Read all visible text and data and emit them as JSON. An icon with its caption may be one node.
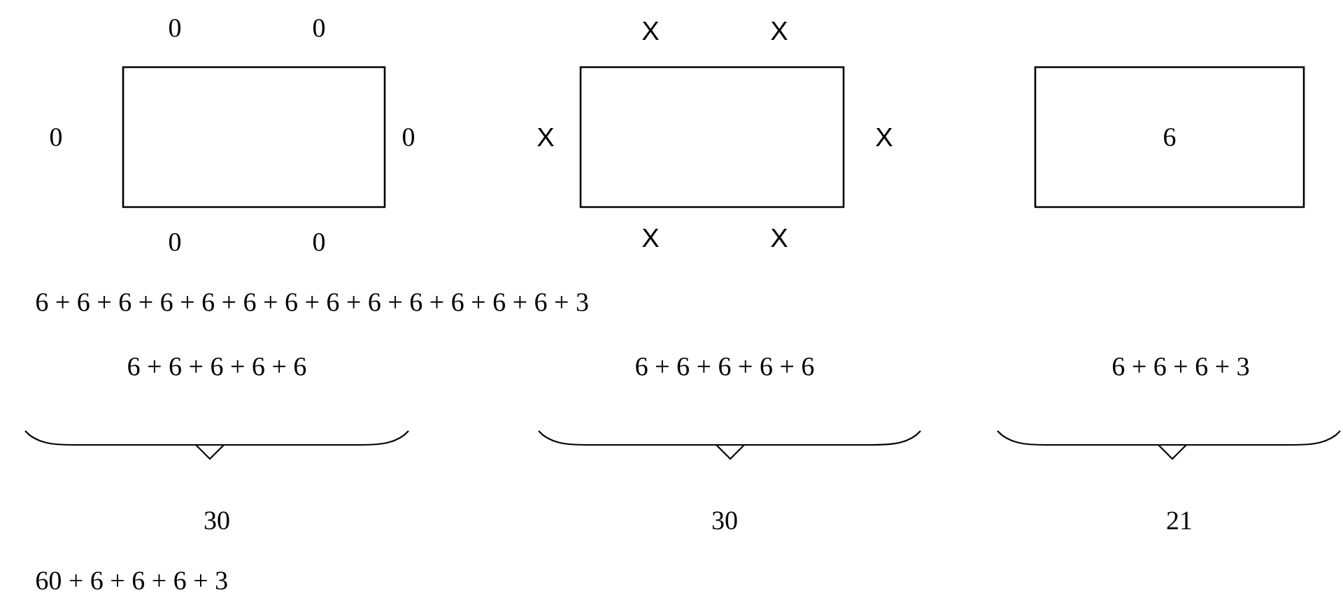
{
  "diagram": {
    "nodes": [
      {
        "text": [],
        "shape": "box",
        "beside": [
          "0",
          "0",
          "0",
          "0",
          "0",
          "0"
        ]
      },
      {
        "text": [],
        "shape": "box",
        "beside": [
          "X",
          "X",
          "X",
          "X",
          "X",
          "X"
        ]
      },
      {
        "text": [
          "6"
        ]
      }
    ],
    "labels": [
      "6 + 6 + 6 + 6 + 6 + 6 + 6 + 6 + 6 + 6 + 6 + 6 + 6 + 3",
      "6 + 6 + 6 + 6 + 6",
      "6 + 6 + 6 + 6 + 6",
      "6 + 6 + 6 + 3",
      "30",
      "30",
      "21",
      "60 + 6 + 6 + 6 + 3"
    ]
  }
}
